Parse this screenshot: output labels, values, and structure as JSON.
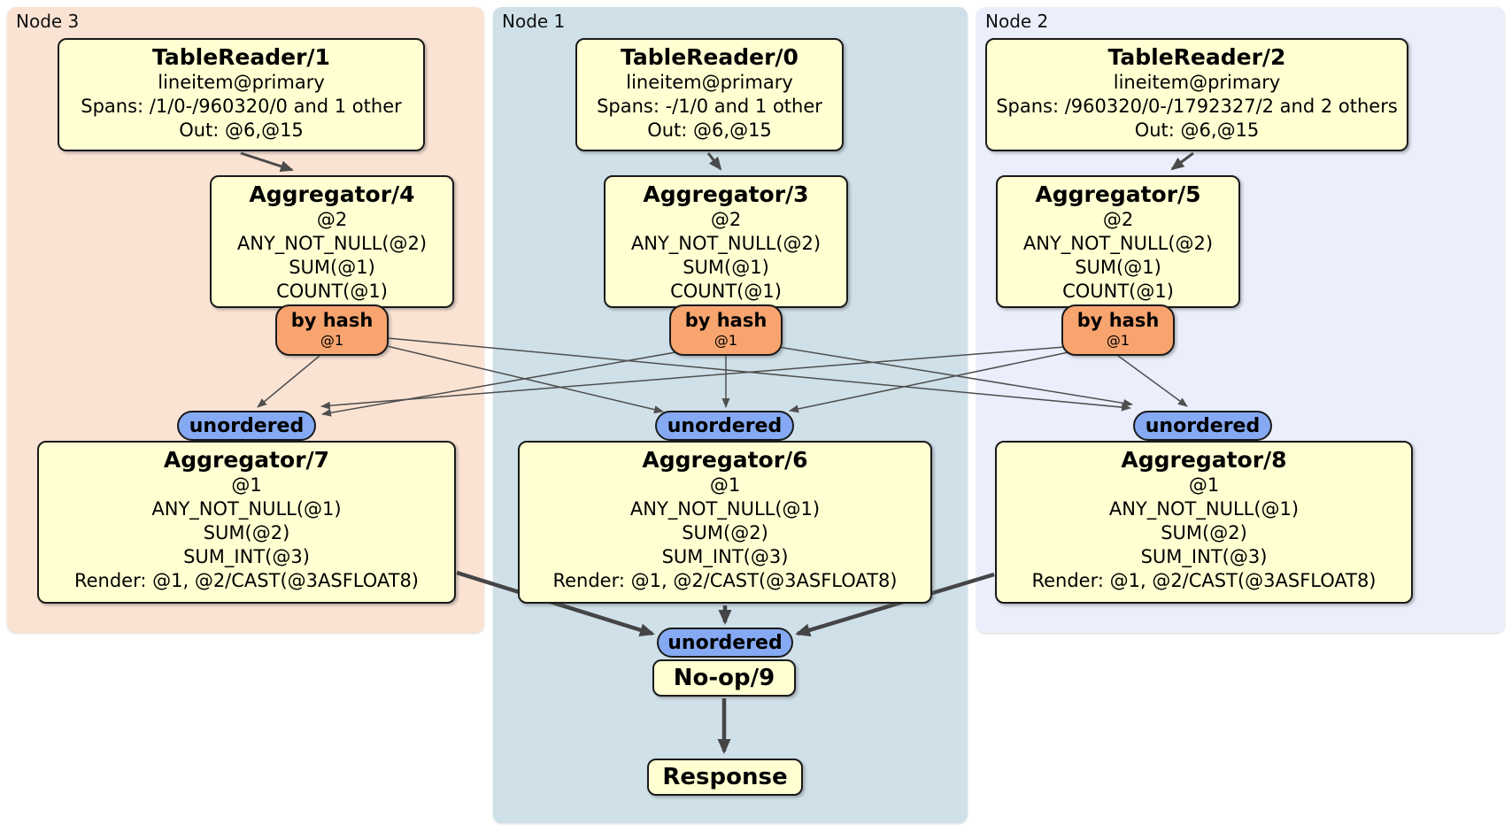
{
  "regions": [
    {
      "label": "Node 3"
    },
    {
      "label": "Node 1"
    },
    {
      "label": "Node 2"
    }
  ],
  "table_readers": [
    {
      "title": "TableReader/1",
      "lines": [
        "lineitem@primary",
        "Spans: /1/0-/960320/0 and 1 other",
        "Out: @6,@15"
      ]
    },
    {
      "title": "TableReader/0",
      "lines": [
        "lineitem@primary",
        "Spans: -/1/0 and 1 other",
        "Out: @6,@15"
      ]
    },
    {
      "title": "TableReader/2",
      "lines": [
        "lineitem@primary",
        "Spans: /960320/0-/1792327/2 and 2 others",
        "Out: @6,@15"
      ]
    }
  ],
  "stage1_aggregators": [
    {
      "title": "Aggregator/4",
      "lines": [
        "@2",
        "ANY_NOT_NULL(@2)",
        "SUM(@1)",
        "COUNT(@1)"
      ]
    },
    {
      "title": "Aggregator/3",
      "lines": [
        "@2",
        "ANY_NOT_NULL(@2)",
        "SUM(@1)",
        "COUNT(@1)"
      ]
    },
    {
      "title": "Aggregator/5",
      "lines": [
        "@2",
        "ANY_NOT_NULL(@2)",
        "SUM(@1)",
        "COUNT(@1)"
      ]
    }
  ],
  "routers": [
    {
      "label": "by hash",
      "detail": "@1"
    },
    {
      "label": "by hash",
      "detail": "@1"
    },
    {
      "label": "by hash",
      "detail": "@1"
    }
  ],
  "sync": {
    "label": "unordered"
  },
  "stage2_aggregators": [
    {
      "title": "Aggregator/7",
      "lines": [
        "@1",
        "ANY_NOT_NULL(@1)",
        "SUM(@2)",
        "SUM_INT(@3)",
        "Render: @1, @2/CAST(@3ASFLOAT8)"
      ]
    },
    {
      "title": "Aggregator/6",
      "lines": [
        "@1",
        "ANY_NOT_NULL(@1)",
        "SUM(@2)",
        "SUM_INT(@3)",
        "Render: @1, @2/CAST(@3ASFLOAT8)"
      ]
    },
    {
      "title": "Aggregator/8",
      "lines": [
        "@1",
        "ANY_NOT_NULL(@1)",
        "SUM(@2)",
        "SUM_INT(@3)",
        "Render: @1, @2/CAST(@3ASFLOAT8)"
      ]
    }
  ],
  "noop": {
    "title": "No-op/9"
  },
  "response": {
    "title": "Response"
  },
  "colors": {
    "node3_bg": "#fbe3d4",
    "node1_bg": "#cfe0e9",
    "node2_bg": "#eaeffb",
    "processor_fill": "#ffffd2",
    "processor_border": "#1a1a1a",
    "router_fill": "#f7a46f",
    "sync_fill": "#85a9f2",
    "edge": "#4f4f4f"
  }
}
